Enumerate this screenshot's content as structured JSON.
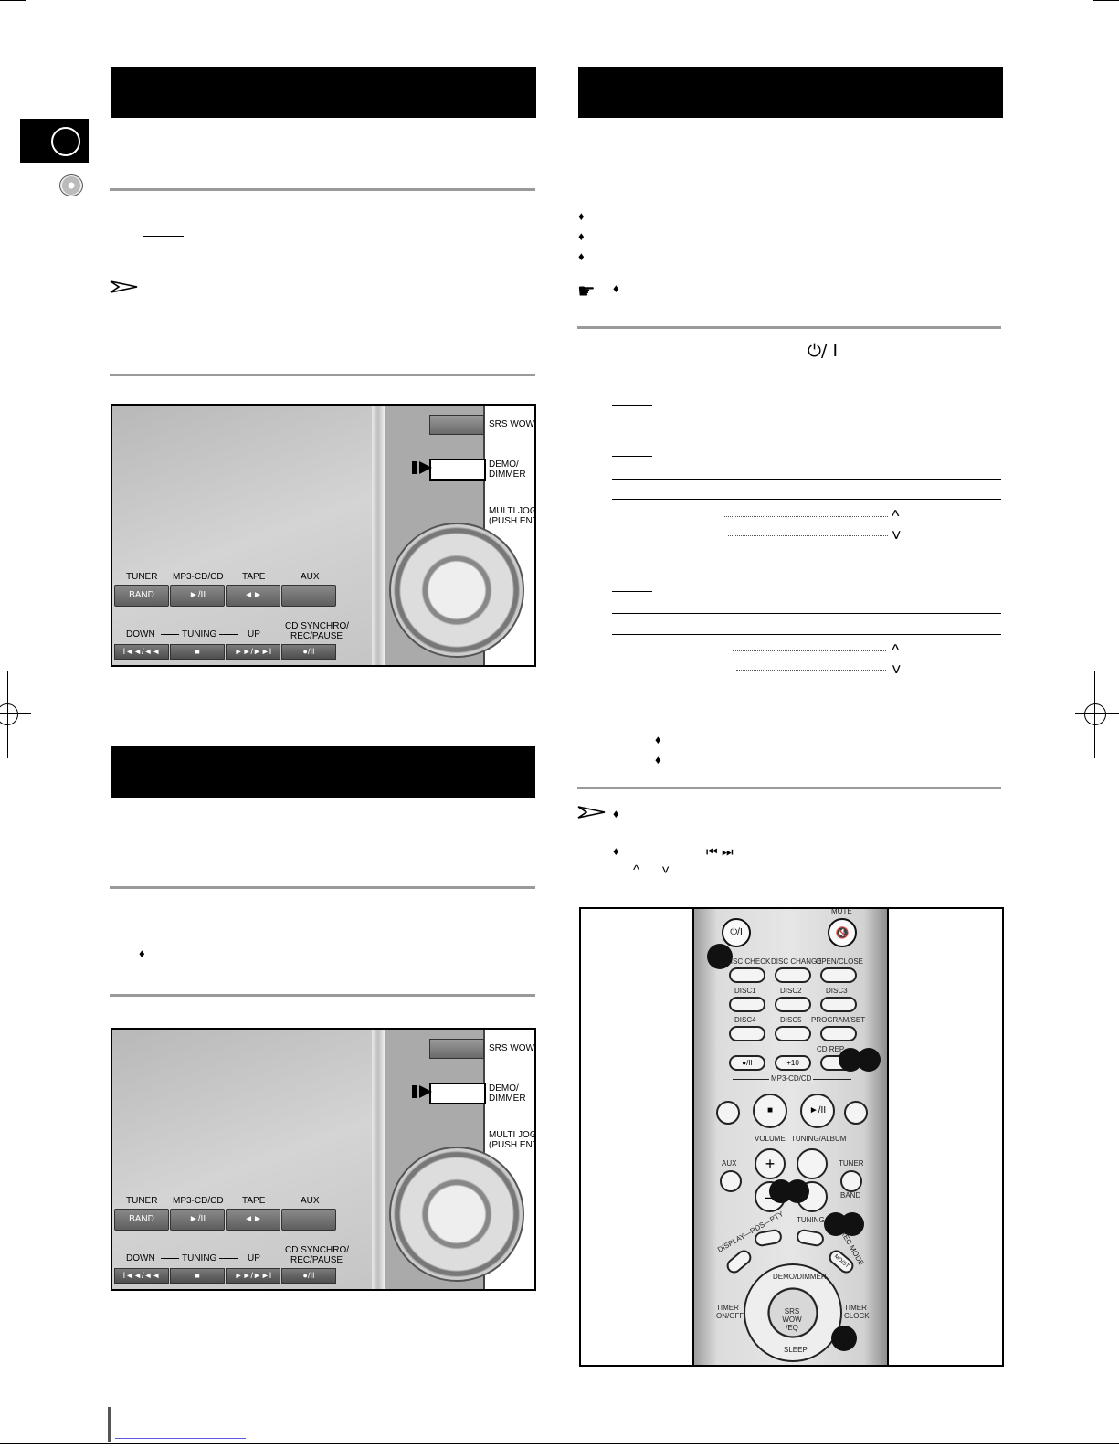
{
  "symbols": {
    "power": "⏻/ I",
    "skip_icons": "⏮ ⏭",
    "up_down": "^ ˅",
    "caret_up": "^",
    "caret_down": "˅"
  },
  "front_panel": {
    "srs_wow": "SRS WOW",
    "demo": "DEMO/",
    "dimmer": "DIMMER",
    "multi_jog": "MULTI JOG",
    "push_enter": "(PUSH ENTER",
    "tuner": "TUNER",
    "mp3_cd": "MP3-CD/CD",
    "tape": "TAPE",
    "aux": "AUX",
    "band": "BAND",
    "play_pause": "►/II",
    "tape_dir": "◄►",
    "down": "DOWN",
    "tuning": "TUNING",
    "up": "UP",
    "cd_synchro": "CD SYNCHRO/",
    "rec_pause": "REC/PAUSE",
    "rew": "I◄◄/◄◄",
    "stop": "■",
    "ff": "►►/►►I",
    "rec": "●/II"
  },
  "remote": {
    "mute": "MUTE",
    "power": "⏻/I",
    "disc_check": "DISC CHECK",
    "disc_change": "DISC CHANGE",
    "open_close": "OPEN/CLOSE",
    "disc1": "DISC1",
    "disc2": "DISC2",
    "disc3": "DISC3",
    "disc4": "DISC4",
    "disc5": "DISC5",
    "program_set": "PROGRAM/SET",
    "cd_repeat": "CD REP",
    "rec": "●/II",
    "plus10": "+10",
    "mp3_cd": "MP3-CD/CD",
    "volume": "VOLUME",
    "tuning_album": "TUNING/ALBUM",
    "aux": "AUX",
    "tuner": "TUNER",
    "band": "BAND",
    "display_rds_pty": "DISPLAY—RDS—PTY",
    "tuning_mode": "TUNING",
    "rec_mode": "REC MODE",
    "demo_dimmer": "DEMO/DIMMER",
    "timer_onoff": "TIMER ON/OFF",
    "srs_wow_eq": "SRS WOW /EQ",
    "timer_clock": "TIMER CLOCK",
    "sleep": "SLEEP",
    "mosit": "MO/ST"
  }
}
